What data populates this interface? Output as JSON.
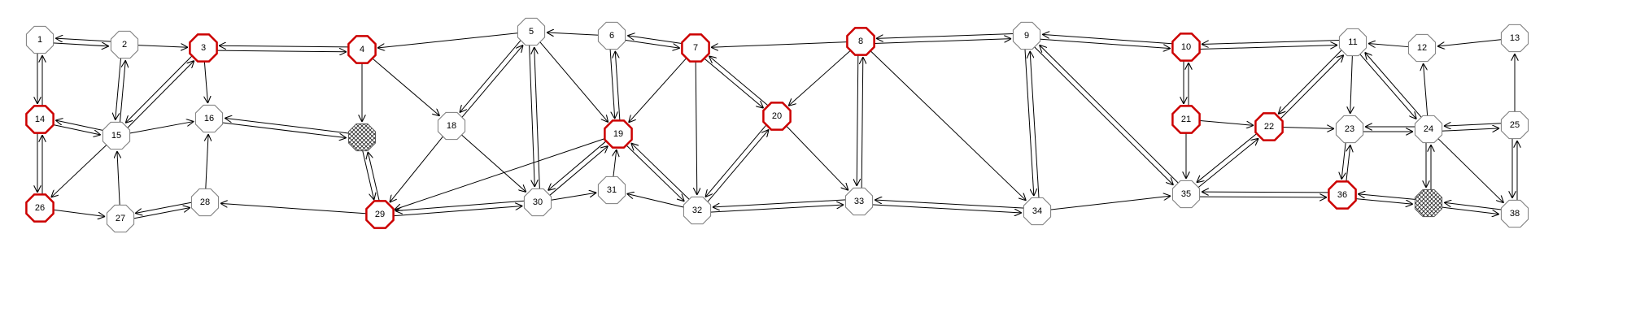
{
  "graph": {
    "type": "directed-network",
    "node_style": "octagon",
    "colors": {
      "highlight": "#cc0000",
      "default_stroke": "#7a7a7a",
      "edge": "#000000"
    },
    "nodes": [
      {
        "id": "1",
        "label": "1",
        "style": "plain"
      },
      {
        "id": "2",
        "label": "2",
        "style": "plain"
      },
      {
        "id": "3",
        "label": "3",
        "style": "red"
      },
      {
        "id": "4",
        "label": "4",
        "style": "red"
      },
      {
        "id": "5",
        "label": "5",
        "style": "plain"
      },
      {
        "id": "6",
        "label": "6",
        "style": "plain"
      },
      {
        "id": "7",
        "label": "7",
        "style": "red"
      },
      {
        "id": "8",
        "label": "8",
        "style": "red"
      },
      {
        "id": "9",
        "label": "9",
        "style": "plain"
      },
      {
        "id": "10",
        "label": "10",
        "style": "red"
      },
      {
        "id": "11",
        "label": "11",
        "style": "plain"
      },
      {
        "id": "12",
        "label": "12",
        "style": "plain"
      },
      {
        "id": "13",
        "label": "13",
        "style": "plain"
      },
      {
        "id": "14",
        "label": "14",
        "style": "red"
      },
      {
        "id": "15",
        "label": "15",
        "style": "plain"
      },
      {
        "id": "16",
        "label": "16",
        "style": "plain"
      },
      {
        "id": "17",
        "label": "",
        "style": "hatched"
      },
      {
        "id": "18",
        "label": "18",
        "style": "plain"
      },
      {
        "id": "19",
        "label": "19",
        "style": "red"
      },
      {
        "id": "20",
        "label": "20",
        "style": "red"
      },
      {
        "id": "21",
        "label": "21",
        "style": "red"
      },
      {
        "id": "22",
        "label": "22",
        "style": "red"
      },
      {
        "id": "23",
        "label": "23",
        "style": "plain"
      },
      {
        "id": "24",
        "label": "24",
        "style": "plain"
      },
      {
        "id": "25",
        "label": "25",
        "style": "plain"
      },
      {
        "id": "26",
        "label": "26",
        "style": "red"
      },
      {
        "id": "27",
        "label": "27",
        "style": "plain"
      },
      {
        "id": "28",
        "label": "28",
        "style": "plain"
      },
      {
        "id": "29",
        "label": "29",
        "style": "red"
      },
      {
        "id": "30",
        "label": "30",
        "style": "plain"
      },
      {
        "id": "31",
        "label": "31",
        "style": "plain"
      },
      {
        "id": "32",
        "label": "32",
        "style": "plain"
      },
      {
        "id": "33",
        "label": "33",
        "style": "plain"
      },
      {
        "id": "34",
        "label": "34",
        "style": "plain"
      },
      {
        "id": "35",
        "label": "35",
        "style": "plain"
      },
      {
        "id": "36",
        "label": "36",
        "style": "red"
      },
      {
        "id": "37",
        "label": "",
        "style": "hatched"
      },
      {
        "id": "38",
        "label": "38",
        "style": "plain"
      }
    ],
    "edges": [
      [
        "1",
        "2"
      ],
      [
        "2",
        "1"
      ],
      [
        "1",
        "14"
      ],
      [
        "14",
        "1"
      ],
      [
        "2",
        "3"
      ],
      [
        "2",
        "15"
      ],
      [
        "15",
        "2"
      ],
      [
        "3",
        "15"
      ],
      [
        "15",
        "3"
      ],
      [
        "3",
        "16"
      ],
      [
        "4",
        "3"
      ],
      [
        "3",
        "4"
      ],
      [
        "4",
        "17"
      ],
      [
        "4",
        "18"
      ],
      [
        "5",
        "4"
      ],
      [
        "5",
        "18"
      ],
      [
        "18",
        "5"
      ],
      [
        "5",
        "30"
      ],
      [
        "30",
        "5"
      ],
      [
        "5",
        "19"
      ],
      [
        "6",
        "5"
      ],
      [
        "6",
        "7"
      ],
      [
        "7",
        "6"
      ],
      [
        "6",
        "19"
      ],
      [
        "19",
        "6"
      ],
      [
        "7",
        "19"
      ],
      [
        "7",
        "20"
      ],
      [
        "20",
        "7"
      ],
      [
        "7",
        "32"
      ],
      [
        "8",
        "7"
      ],
      [
        "8",
        "9"
      ],
      [
        "9",
        "8"
      ],
      [
        "8",
        "20"
      ],
      [
        "8",
        "33"
      ],
      [
        "33",
        "8"
      ],
      [
        "8",
        "34"
      ],
      [
        "9",
        "10"
      ],
      [
        "10",
        "9"
      ],
      [
        "9",
        "34"
      ],
      [
        "34",
        "9"
      ],
      [
        "9",
        "35"
      ],
      [
        "35",
        "9"
      ],
      [
        "10",
        "11"
      ],
      [
        "11",
        "10"
      ],
      [
        "10",
        "21"
      ],
      [
        "21",
        "10"
      ],
      [
        "11",
        "22"
      ],
      [
        "22",
        "11"
      ],
      [
        "11",
        "23"
      ],
      [
        "11",
        "24"
      ],
      [
        "24",
        "11"
      ],
      [
        "12",
        "11"
      ],
      [
        "24",
        "12"
      ],
      [
        "13",
        "12"
      ],
      [
        "25",
        "13"
      ],
      [
        "14",
        "15"
      ],
      [
        "15",
        "14"
      ],
      [
        "14",
        "26"
      ],
      [
        "26",
        "14"
      ],
      [
        "15",
        "16"
      ],
      [
        "15",
        "26"
      ],
      [
        "27",
        "15"
      ],
      [
        "16",
        "17"
      ],
      [
        "17",
        "16"
      ],
      [
        "28",
        "16"
      ],
      [
        "17",
        "29"
      ],
      [
        "29",
        "17"
      ],
      [
        "18",
        "29"
      ],
      [
        "18",
        "30"
      ],
      [
        "19",
        "29"
      ],
      [
        "30",
        "19"
      ],
      [
        "19",
        "30"
      ],
      [
        "19",
        "32"
      ],
      [
        "32",
        "19"
      ],
      [
        "31",
        "19"
      ],
      [
        "20",
        "32"
      ],
      [
        "32",
        "20"
      ],
      [
        "20",
        "33"
      ],
      [
        "21",
        "22"
      ],
      [
        "21",
        "35"
      ],
      [
        "35",
        "22"
      ],
      [
        "22",
        "35"
      ],
      [
        "22",
        "23"
      ],
      [
        "23",
        "24"
      ],
      [
        "24",
        "23"
      ],
      [
        "23",
        "36"
      ],
      [
        "36",
        "23"
      ],
      [
        "24",
        "37"
      ],
      [
        "37",
        "24"
      ],
      [
        "24",
        "25"
      ],
      [
        "25",
        "24"
      ],
      [
        "24",
        "38"
      ],
      [
        "25",
        "38"
      ],
      [
        "38",
        "25"
      ],
      [
        "26",
        "27"
      ],
      [
        "27",
        "28"
      ],
      [
        "28",
        "27"
      ],
      [
        "29",
        "28"
      ],
      [
        "29",
        "30"
      ],
      [
        "30",
        "29"
      ],
      [
        "30",
        "31"
      ],
      [
        "32",
        "31"
      ],
      [
        "32",
        "33"
      ],
      [
        "33",
        "32"
      ],
      [
        "33",
        "34"
      ],
      [
        "34",
        "33"
      ],
      [
        "34",
        "35"
      ],
      [
        "35",
        "36"
      ],
      [
        "36",
        "35"
      ],
      [
        "36",
        "37"
      ],
      [
        "37",
        "36"
      ],
      [
        "37",
        "38"
      ],
      [
        "38",
        "37"
      ]
    ]
  }
}
